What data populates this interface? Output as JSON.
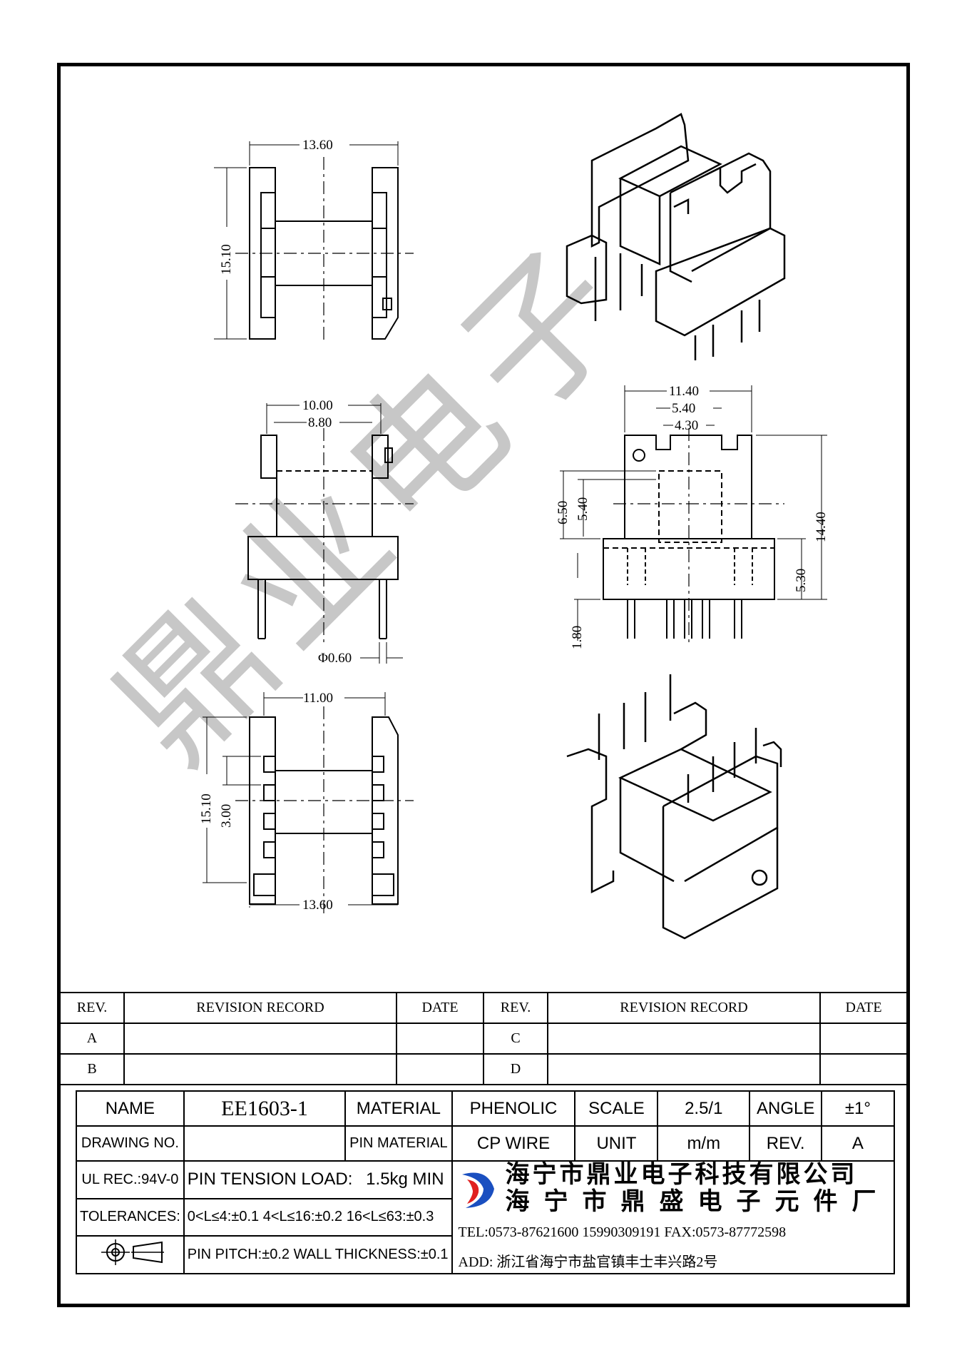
{
  "watermark": "鼎业电子",
  "drawing_dimensions": {
    "top_left_width": "13.60",
    "top_left_height": "15.10",
    "mid_left_width_outer": "10.00",
    "mid_left_width_inner": "8.80",
    "pin_diameter": "Φ0.60",
    "bot_left_width_top": "11.00",
    "bot_left_height": "15.10",
    "bot_left_pitch": "3.00",
    "bot_left_width_bottom": "13.60",
    "front_width_outer": "11.40",
    "front_width_mid": "5.40",
    "front_width_inner": "4.30",
    "front_height_650": "6.50",
    "front_height_540": "5.40",
    "front_height_total": "14.40",
    "front_height_530": "5.30",
    "front_pin_180": "1.80"
  },
  "revision_table": {
    "headers": [
      "REV.",
      "REVISION RECORD",
      "DATE",
      "REV.",
      "REVISION RECORD",
      "DATE"
    ],
    "rows": [
      [
        "A",
        "",
        "",
        "C",
        "",
        ""
      ],
      [
        "B",
        "",
        "",
        "D",
        "",
        ""
      ]
    ]
  },
  "title_block": {
    "name_label": "NAME",
    "name_value": "EE1603-1",
    "material_label": "MATERIAL",
    "material_value": "PHENOLIC",
    "scale_label": "SCALE",
    "scale_value": "2.5/1",
    "angle_label": "ANGLE",
    "angle_value": "±1°",
    "drawing_no_label": "DRAWING NO.",
    "drawing_no_value": "",
    "pin_material_label": "PIN MATERIAL",
    "pin_material_value": "CP WIRE",
    "unit_label": "UNIT",
    "unit_value": "m/m",
    "rev_label": "REV.",
    "rev_value": "A",
    "ul_label": "UL REC.:94V-0",
    "pin_tension_label": "PIN TENSION LOAD:",
    "pin_tension_value": "1.5kg  MIN",
    "tolerances_label": "TOLERANCES:",
    "tolerances_value": "0<L≤4:±0.1  4<L≤16:±0.2  16<L≤63:±0.3",
    "pin_pitch": "PIN PITCH:±0.2 WALL THICKNESS:±0.1",
    "company_name_1": "海宁市鼎业电子科技有限公司",
    "company_name_2": "海宁市鼎盛电子元件厂",
    "tel": "TEL:0573-87621600 15990309191  FAX:0573-87772598",
    "address": "ADD: 浙江省海宁市盐官镇丰士丰兴路2号",
    "logo_colors": {
      "red": "#e02020",
      "blue": "#1a4fc0"
    }
  }
}
